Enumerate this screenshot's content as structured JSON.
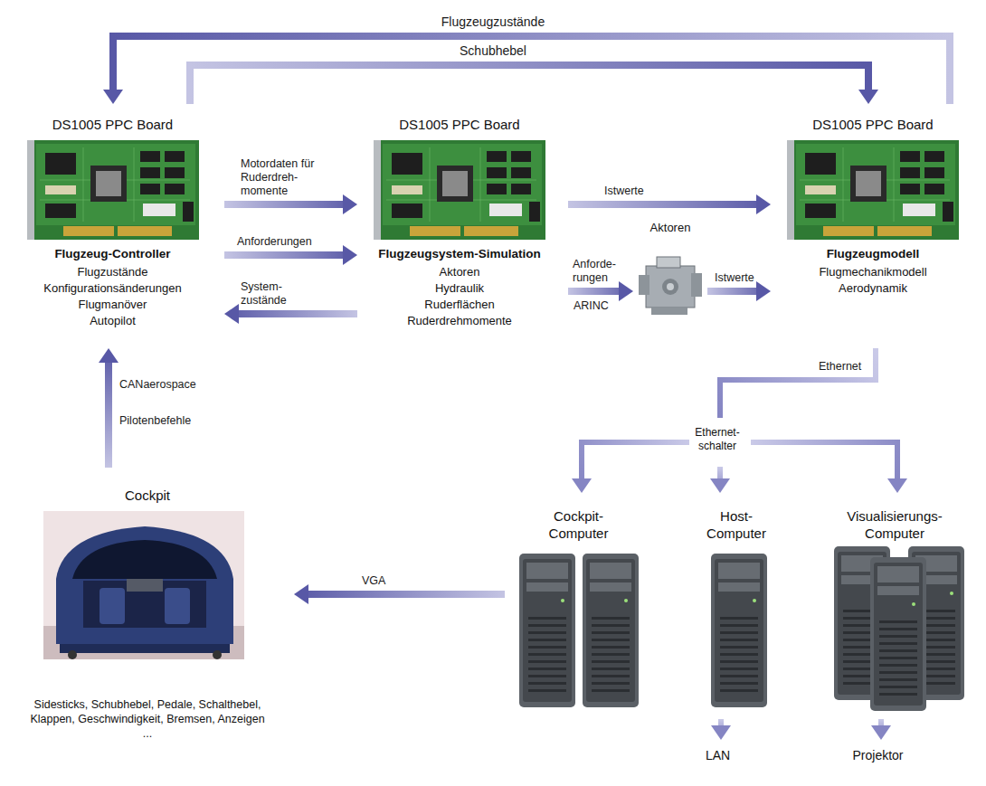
{
  "diagram": {
    "nodes": [
      {
        "text": [
          "DS1005 PPC Board",
          "Flugzeug-Controller",
          "Flugzustände Konfigurationsänderungen Flugmanöver Autopilot"
        ]
      },
      {
        "text": [
          "DS1005 PPC Board",
          "Flugzeugsystem-Simulation",
          "Aktoren Hydraulik Ruderflächen Ruderdrehmomente"
        ]
      },
      {
        "text": [
          "DS1005 PPC Board",
          "Flugzeugmodell",
          "Flugmechanikmodell Aerodynamik"
        ]
      },
      {
        "text": [
          "Aktoren"
        ]
      },
      {
        "text": [
          "Cockpit",
          "Sidesticks, Schubhebel, Pedale, Schalthebel, Klappen, Geschwindigkeit, Bremsen, Anzeigen ..."
        ]
      },
      {
        "text": [
          "Ethernet- schalter"
        ]
      },
      {
        "text": [
          "Cockpit- Computer"
        ]
      },
      {
        "text": [
          "Host- Computer"
        ]
      },
      {
        "text": [
          "Visualisierungs- Computer"
        ]
      },
      {
        "text": [
          "LAN"
        ]
      },
      {
        "text": [
          "Projektor"
        ]
      }
    ],
    "edges": [
      {
        "from": 2,
        "to": 0,
        "arrow": "to",
        "label": "Flugzeugzustände"
      },
      {
        "from": 0,
        "to": 2,
        "arrow": "to",
        "label": "Schubhebel"
      },
      {
        "from": 0,
        "to": 1,
        "arrow": "to",
        "label": "Motordaten für Ruderdreh- momente"
      },
      {
        "from": 0,
        "to": 1,
        "arrow": "to",
        "label": "Anforderungen"
      },
      {
        "from": 1,
        "to": 0,
        "arrow": "to",
        "label": "System- zustände"
      },
      {
        "from": 1,
        "to": 2,
        "arrow": "to",
        "label": "Istwerte"
      },
      {
        "from": 1,
        "to": 3,
        "arrow": "to",
        "label": "Anforde- rungen"
      },
      {
        "from": 3,
        "to": 2,
        "arrow": "to",
        "label": "Istwerte"
      },
      {
        "from": 2,
        "to": 5,
        "arrow": "none",
        "label": "Ethernet"
      },
      {
        "from": 5,
        "to": 6,
        "arrow": "to"
      },
      {
        "from": 5,
        "to": 7,
        "arrow": "to"
      },
      {
        "from": 5,
        "to": 8,
        "arrow": "to"
      },
      {
        "from": 6,
        "to": 4,
        "arrow": "to",
        "label": "VGA"
      },
      {
        "from": 4,
        "to": 0,
        "arrow": "to",
        "label": "CANaerospace"
      },
      {
        "from": 7,
        "to": 9,
        "arrow": "to"
      },
      {
        "from": 8,
        "to": 10,
        "arrow": "to"
      }
    ],
    "labels": [
      "ARINC",
      "Pilotenbefehle"
    ]
  }
}
